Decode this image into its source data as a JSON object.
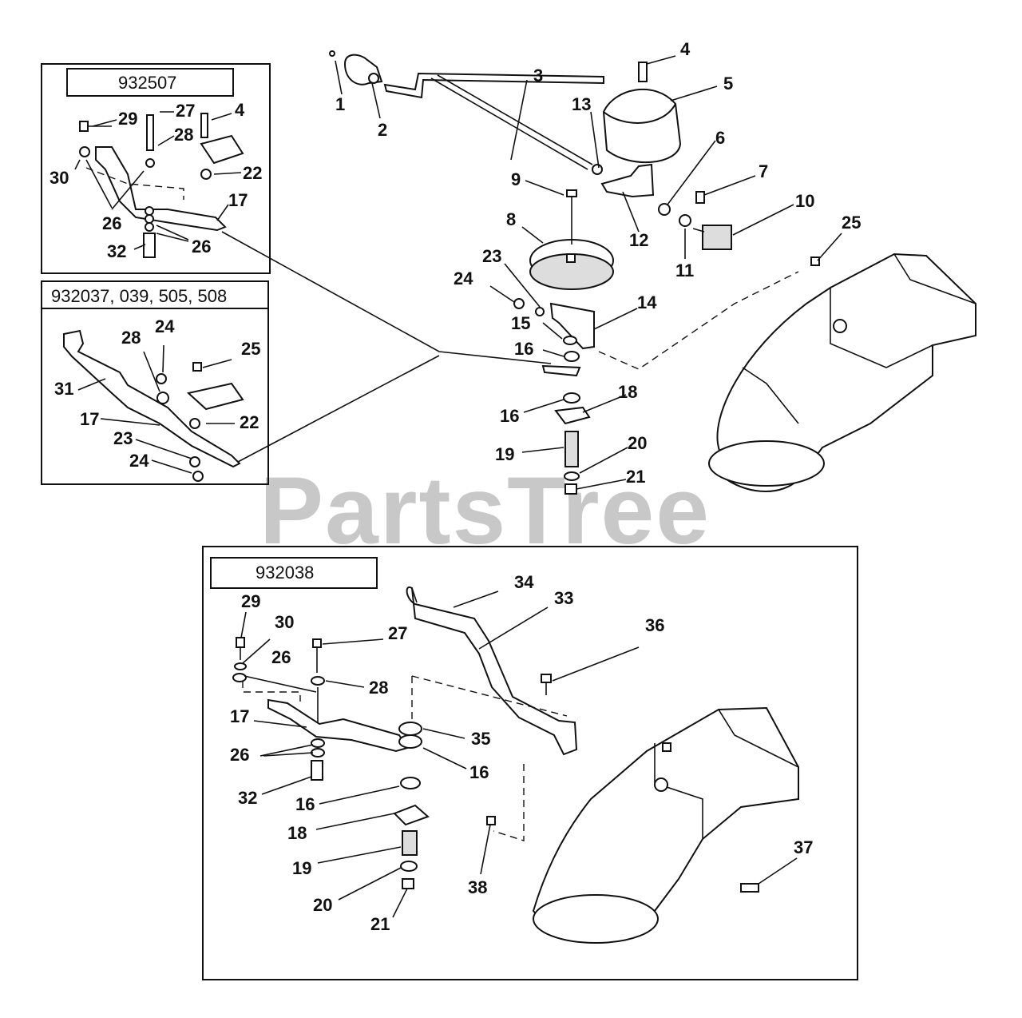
{
  "watermark": "PartsTree",
  "boxes": {
    "a": "932507",
    "b": "932037, 039, 505, 508",
    "c": "932038"
  },
  "main_labels": {
    "1": "1",
    "2": "2",
    "3": "3",
    "4": "4",
    "5": "5",
    "6": "6",
    "7": "7",
    "8": "8",
    "9": "9",
    "10": "10",
    "11": "11",
    "12": "12",
    "13": "13",
    "14": "14",
    "15": "15",
    "16a": "16",
    "16b": "16",
    "18": "18",
    "19": "19",
    "20": "20",
    "21": "21",
    "23": "23",
    "24": "24",
    "25": "25"
  },
  "box_a_labels": {
    "29": "29",
    "27": "27",
    "4": "4",
    "28": "28",
    "30": "30",
    "22": "22",
    "26a": "26",
    "17": "17",
    "26b": "26",
    "32": "32"
  },
  "box_b_labels": {
    "24a": "24",
    "28": "28",
    "25": "25",
    "31": "31",
    "17": "17",
    "22": "22",
    "23": "23",
    "24b": "24"
  },
  "box_c_labels": {
    "29": "29",
    "30": "30",
    "26a": "26",
    "27": "27",
    "28": "28",
    "34": "34",
    "33": "33",
    "36": "36",
    "17": "17",
    "35": "35",
    "26b": "26",
    "16a": "16",
    "32": "32",
    "16b": "16",
    "18": "18",
    "19": "19",
    "20": "20",
    "21": "21",
    "38": "38",
    "37": "37"
  }
}
